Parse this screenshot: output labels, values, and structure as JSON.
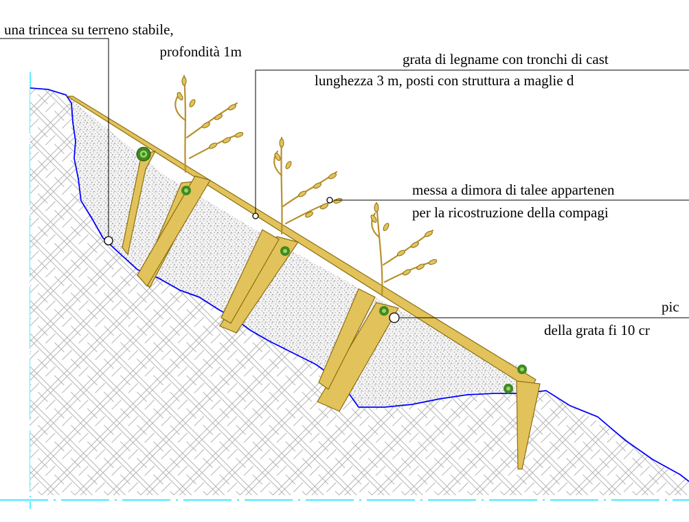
{
  "labels": {
    "trench_line1": "una trincea su terreno stabile,",
    "trench_line2": "profondità 1m",
    "grid_line1": "grata di legname con tronchi di cast",
    "grid_line2": "lunghezza 3 m, posti con struttura a maglie d",
    "cuttings_line1": "messa a dimora di talee appartenen",
    "cuttings_line2": "per la ricostruzione della compagi",
    "stake_line1": "pic",
    "stake_line2": "della grata fi 10 cr"
  },
  "colors": {
    "timber": "#d9b84f",
    "timber_stroke": "#8a6d12",
    "gravel": "#c8c8c8",
    "terrain_line": "#0000ff",
    "hatch": "#b0b0b0",
    "log_green": "#3d8b1e",
    "log_ring": "#9ed06a",
    "cyan_axis": "#00e5ff"
  }
}
